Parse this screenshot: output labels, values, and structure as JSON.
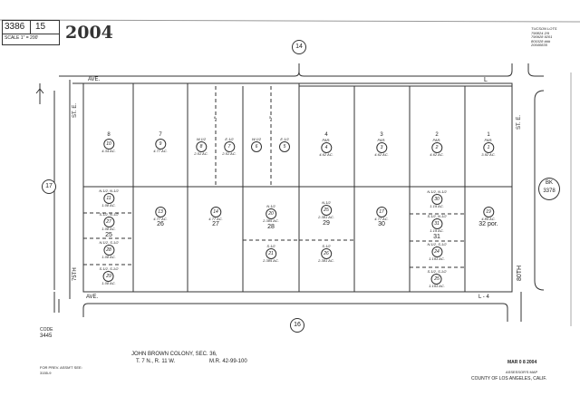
{
  "header": {
    "map_book": "3386",
    "page": "15",
    "scale": "SCALE 1\" = 200'",
    "year": "2004"
  },
  "revision_note": [
    "TUCSON LOTS",
    "790824 2/9",
    "790928 9201",
    "801028 ###",
    "20040835"
  ],
  "streets": {
    "top": "AVE.",
    "top_l": "L",
    "left": "ST. E.",
    "left_bottom": "75TH",
    "right": "ST. E.",
    "right_bottom": "80TH",
    "bottom": "AVE.",
    "bottom_l": "L - 4"
  },
  "adjoining": {
    "north": "14",
    "west": "17",
    "south": "16",
    "east_book": "BK",
    "east_page": "3378"
  },
  "parcels_top": [
    {
      "lot": "8",
      "sub": "",
      "parcel": "10",
      "acres": "4.34 AC."
    },
    {
      "lot": "7",
      "sub": "",
      "parcel": "9",
      "acres": "4.77 AC."
    },
    {
      "lot": "",
      "sub": "W.1/2",
      "parcel": "8",
      "acres": "2.51 AC."
    },
    {
      "lot": "",
      "sub": "E.1/2",
      "parcel": "7",
      "acres": "2.51 AC."
    },
    {
      "lot": "",
      "sub": "W.1/2",
      "parcel": "6",
      "acres": ""
    },
    {
      "lot": "",
      "sub": "E.1/2",
      "parcel": "5",
      "acres": ""
    },
    {
      "lot": "4",
      "sub": "PAR.",
      "parcel": "4",
      "acres": "4.62 AC."
    },
    {
      "lot": "3",
      "sub": "PAR.",
      "parcel": "3",
      "acres": "4.62 AC."
    },
    {
      "lot": "2",
      "sub": "PAR.",
      "parcel": "2",
      "acres": "4.62 AC."
    },
    {
      "lot": "1",
      "sub": "PAR.",
      "parcel": "1",
      "acres": "3.92 AC."
    }
  ],
  "split_lots": [
    "6",
    "5"
  ],
  "parcels_bottom": [
    {
      "sub": "N.1/2, N.1/2",
      "parcel": "11",
      "acres": "1.08 AC.",
      "lot": ""
    },
    {
      "sub": "S.1/2, N.1/2",
      "parcel": "27",
      "acres": "1.08 AC.",
      "lot": "25"
    },
    {
      "sub": "N.1/2, S.1/2",
      "parcel": "28",
      "acres": "1.08 AC.",
      "lot": ""
    },
    {
      "sub": "S.1/2, S.1/2",
      "parcel": "29",
      "acres": "1.08 AC.",
      "lot": ""
    },
    {
      "sub": "",
      "parcel": "13",
      "acres": "4.77 AC.",
      "lot": "26"
    },
    {
      "sub": "",
      "parcel": "14",
      "acres": "4.77 AC.",
      "lot": "27"
    },
    {
      "sub": "N.1/2",
      "parcel": "20",
      "acres": "2.385 AC.",
      "lot": "28"
    },
    {
      "sub": "S.1/2",
      "parcel": "21",
      "acres": "2.385 AC.",
      "lot": ""
    },
    {
      "sub": "N.1/2",
      "parcel": "25",
      "acres": "2.381 AC.",
      "lot": "29"
    },
    {
      "sub": "S.1/2",
      "parcel": "26",
      "acres": "2.381 AC.",
      "lot": ""
    },
    {
      "sub": "",
      "parcel": "17",
      "acres": "4.77 AC.",
      "lot": "30"
    },
    {
      "sub": "N.1/2, N.1/2",
      "parcel": "30",
      "acres": "1.19 AC.",
      "lot": ""
    },
    {
      "sub": "S.1/2, N.1/2",
      "parcel": "31",
      "acres": "1.19 AC.",
      "lot": "31"
    },
    {
      "sub": "N.1/2, S.1/2",
      "parcel": "24",
      "acres": "1.193 AC.",
      "lot": ""
    },
    {
      "sub": "S.1/2, S.1/2",
      "parcel": "25",
      "acres": "1.193 AC.",
      "lot": ""
    },
    {
      "sub": "",
      "parcel": "19",
      "acres": "4.85 AC.",
      "lot": "32 por."
    }
  ],
  "footer": {
    "code_label": "CODE",
    "code": "3445",
    "tract_line1": "JOHN  BROWN  COLONY,  SEC. 36,",
    "tract_line2a": "T. 7 N., R. 11 W.",
    "tract_line2b": "M.R. 42-99-100",
    "prev_label": "FOR PREV. ASSM'T SEE:",
    "prev_ref": "3155-9",
    "date": "MAR 0 8 2004",
    "map_title": "ASSESSOR'S MAP",
    "county": "COUNTY OF LOS ANGELES, CALIF."
  }
}
